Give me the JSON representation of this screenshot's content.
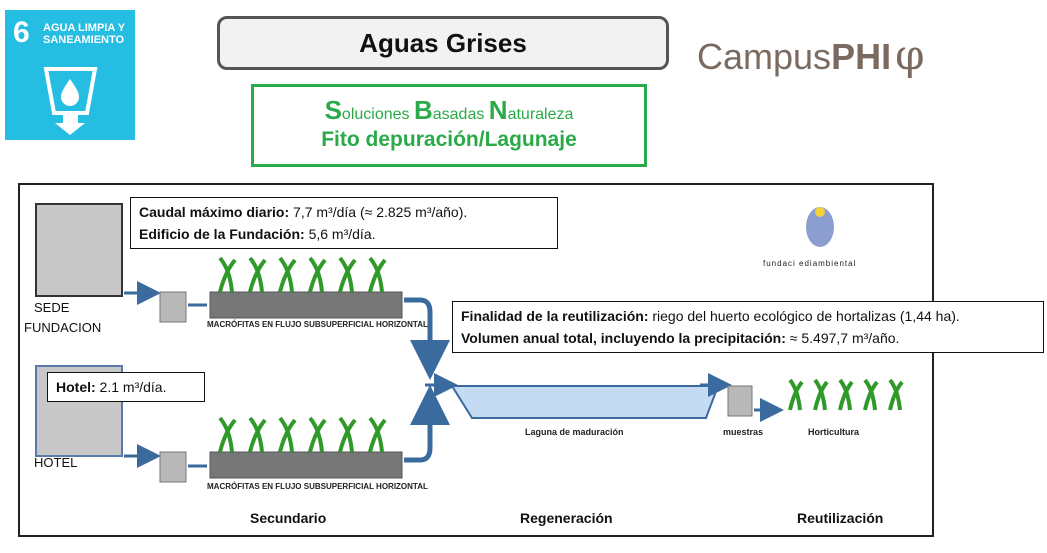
{
  "sdg": {
    "number": "6",
    "title": "AGUA LIMPIA Y SANEAMIENTO",
    "color": "#26bde2"
  },
  "header": {
    "title": "Aguas  Grises",
    "logo_a": "Campus",
    "logo_b": "PHI",
    "logo_symbol": "φ"
  },
  "sbn": {
    "s_cap": "S",
    "s_rest": "oluciones ",
    "b_cap": "B",
    "b_rest": "asadas ",
    "n_cap": "N",
    "n_rest": "aturaleza",
    "line2": "Fito depuración/Lagunaje"
  },
  "info_caudal": {
    "l1_bold": "Caudal máximo diario:",
    "l1_text": " 7,7 m³/día (≈ 2.825 m³/año).",
    "l2_bold": "Edificio de la Fundación:",
    "l2_text": " 5,6 m³/día."
  },
  "info_hotel": {
    "bold": "Hotel:",
    "text": " 2.1 m³/día."
  },
  "info_finalidad": {
    "l1_bold": "Finalidad de la reutilización:",
    "l1_text": " riego del huerto ecológico de hortalizas (1,44 ha).",
    "l2_bold": "Volumen anual total, incluyendo la precipitación:",
    "l2_text": " ≈ 5.497,7 m³/año."
  },
  "buildings": {
    "sede_line1": "SEDE",
    "sede_line2": "FUNDACION",
    "hotel": "HOTEL"
  },
  "fundacion_logo": "fundaci   ediambiental",
  "labels": {
    "macrofitas": "MACRÓFITAS EN FLUJO SUBSUPERFICIAL HORIZONTAL",
    "laguna": "Laguna de maduración",
    "muestras": "muestras",
    "horticultura": "Horticultura"
  },
  "stages": [
    "Secundario",
    "Regeneración",
    "Reutilización"
  ],
  "colors": {
    "green": "#2aaa48",
    "pipe": "#3b6a9e",
    "pond": "#c5daf3"
  }
}
